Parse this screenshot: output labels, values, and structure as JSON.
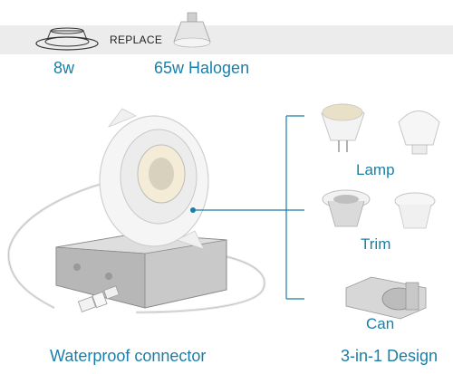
{
  "top": {
    "replace_label": "REPLACE",
    "led_watt_label": "8w",
    "halogen_label": "65w Halogen"
  },
  "options": {
    "lamp_label": "Lamp",
    "trim_label": "Trim",
    "can_label": "Can"
  },
  "bottom": {
    "waterproof_label": "Waterproof connector",
    "design_label": "3-in-1 Design"
  },
  "colors": {
    "accent": "#1a7fa8",
    "band": "#ececec"
  }
}
